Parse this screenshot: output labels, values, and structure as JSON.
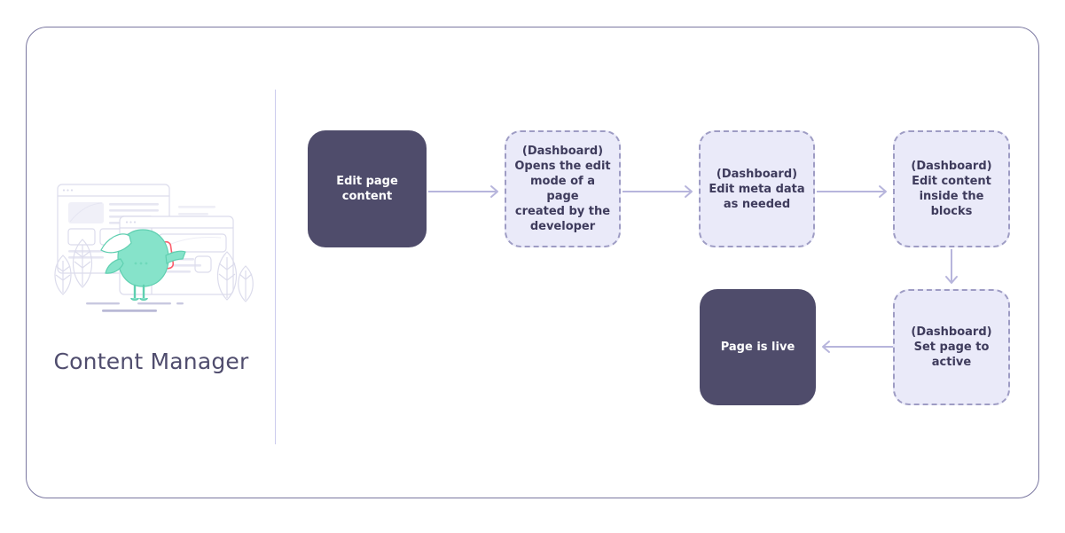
{
  "panel": {
    "title": "Content Manager",
    "illustration_name": "content-manager-mascot-illustration"
  },
  "colors": {
    "frame_border": "#7a77a0",
    "divider": "#ccccee",
    "solid_node_bg": "#4f4c6b",
    "solid_node_text": "#ffffff",
    "dashed_node_bg": "#eaeaf9",
    "dashed_node_border": "#9e9cc4",
    "dashed_node_text": "#3e3b5c",
    "arrow": "#b7b5dc",
    "mascot_body": "#86e3ca",
    "mascot_card": "#fb5f6d",
    "illustration_line": "#dcdcec"
  },
  "flow": {
    "nodes": [
      {
        "id": "edit-page-content",
        "type": "solid",
        "label": "Edit page\ncontent"
      },
      {
        "id": "opens-edit-mode",
        "type": "dashed",
        "label": "(Dashboard)\nOpens the edit\nmode of a page\ncreated by the\ndeveloper"
      },
      {
        "id": "edit-meta-data",
        "type": "dashed",
        "label": "(Dashboard)\nEdit meta data\nas needed"
      },
      {
        "id": "edit-content-blocks",
        "type": "dashed",
        "label": "(Dashboard)\nEdit content\ninside the\nblocks"
      },
      {
        "id": "set-page-active",
        "type": "dashed",
        "label": "(Dashboard)\nSet page to\nactive"
      },
      {
        "id": "page-is-live",
        "type": "solid",
        "label": "Page is live"
      }
    ],
    "connectors": [
      {
        "id": "arrow-1",
        "from": "edit-page-content",
        "to": "opens-edit-mode",
        "direction": "right"
      },
      {
        "id": "arrow-2",
        "from": "opens-edit-mode",
        "to": "edit-meta-data",
        "direction": "right"
      },
      {
        "id": "arrow-3",
        "from": "edit-meta-data",
        "to": "edit-content-blocks",
        "direction": "right"
      },
      {
        "id": "arrow-4",
        "from": "edit-content-blocks",
        "to": "set-page-active",
        "direction": "down"
      },
      {
        "id": "arrow-5",
        "from": "set-page-active",
        "to": "page-is-live",
        "direction": "left"
      }
    ]
  }
}
